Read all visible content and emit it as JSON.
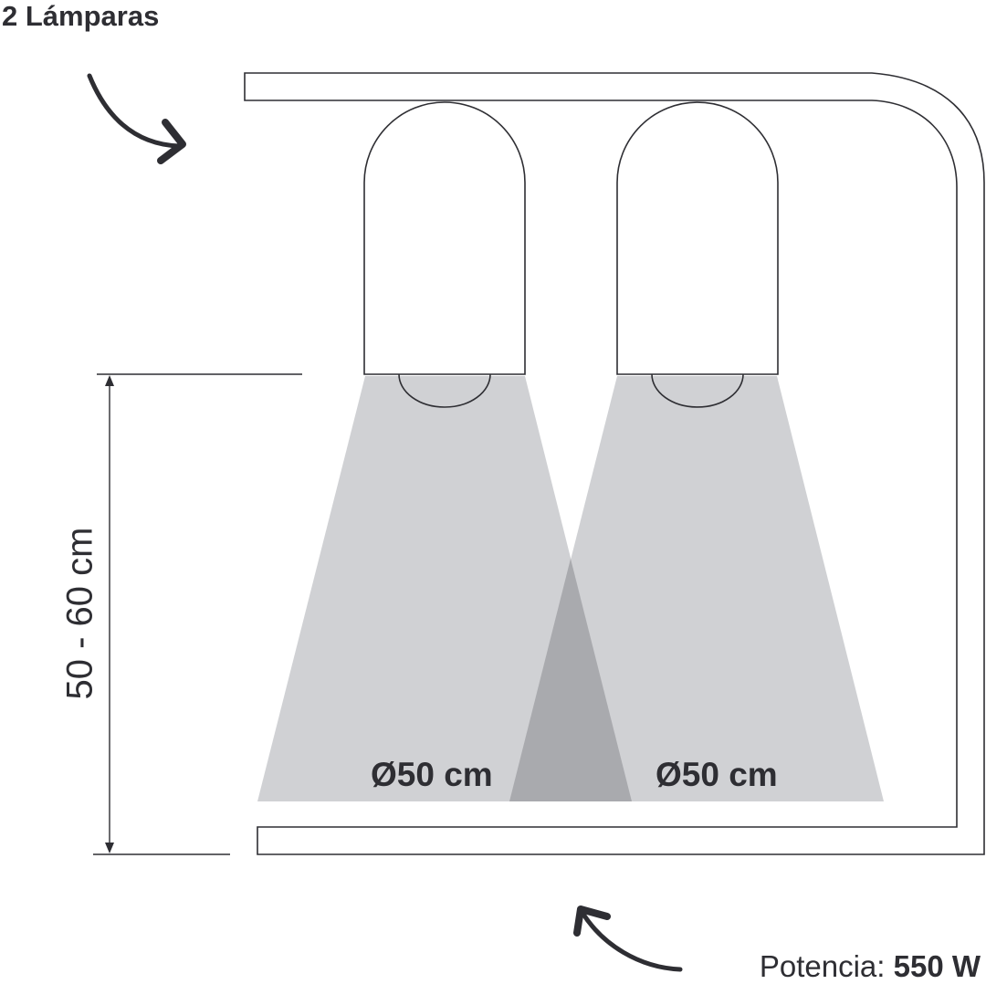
{
  "title": "2 Lámparas",
  "height_range": "50 - 60 cm",
  "lamps": [
    {
      "diameter_label": "Ø50 cm"
    },
    {
      "diameter_label": "Ø50 cm"
    }
  ],
  "power": {
    "label": "Potencia:",
    "value": "550 W"
  },
  "colors": {
    "line": "#2e2e33",
    "beam": "#d0d1d4",
    "overlap": "#a9aaae",
    "arrow": "#2e2e33"
  },
  "icons": [
    "curved-arrow-icon",
    "curved-arrow-icon"
  ]
}
